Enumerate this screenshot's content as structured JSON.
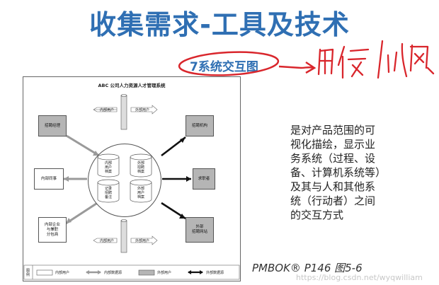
{
  "slide": {
    "title": "收集需求-工具及技术",
    "subtitle": "7系统交互图",
    "annotation_text": "用例图",
    "description": "是对产品范围的可\n视化描绘，显示业\n务系统（过程、设\n备、计算机系统等）\n及其与人和其他系\n统（行动者）之间\n的交互方式",
    "citation": "PMBOK® P146 图5-6",
    "watermark": "https://blog.csdn.net/wyqwilliam"
  },
  "diagram": {
    "title": "ABC 公司人力资源人才管理系统",
    "top_flow": {
      "left_label": "内部用户",
      "right_label": "外部用户"
    },
    "bottom_flow": {
      "left_label": "内部用户",
      "right_label": "外部用户"
    },
    "nodes": {
      "recruit_manager": "招聘经理",
      "recruit_agency": "招聘机构",
      "internal_hr": "内部同事",
      "job_seeker": "求职者",
      "internal_company": "内部企业\n与兼职\n分包商",
      "external_site": "外部\n招聘网站"
    },
    "stores": {
      "internal_user_db": "内部\n用户\n档案",
      "recruit_db": "外部\n招聘\n档案",
      "notes_db": "记录\n招聘\n备注",
      "external_user_db": "外部\n用户\n档案"
    },
    "legend": {
      "side_label": "图例",
      "internal_user": "内部用户",
      "internal_data": "内部数据源",
      "external_user": "外部用户",
      "external_data": "外部数据源"
    }
  }
}
